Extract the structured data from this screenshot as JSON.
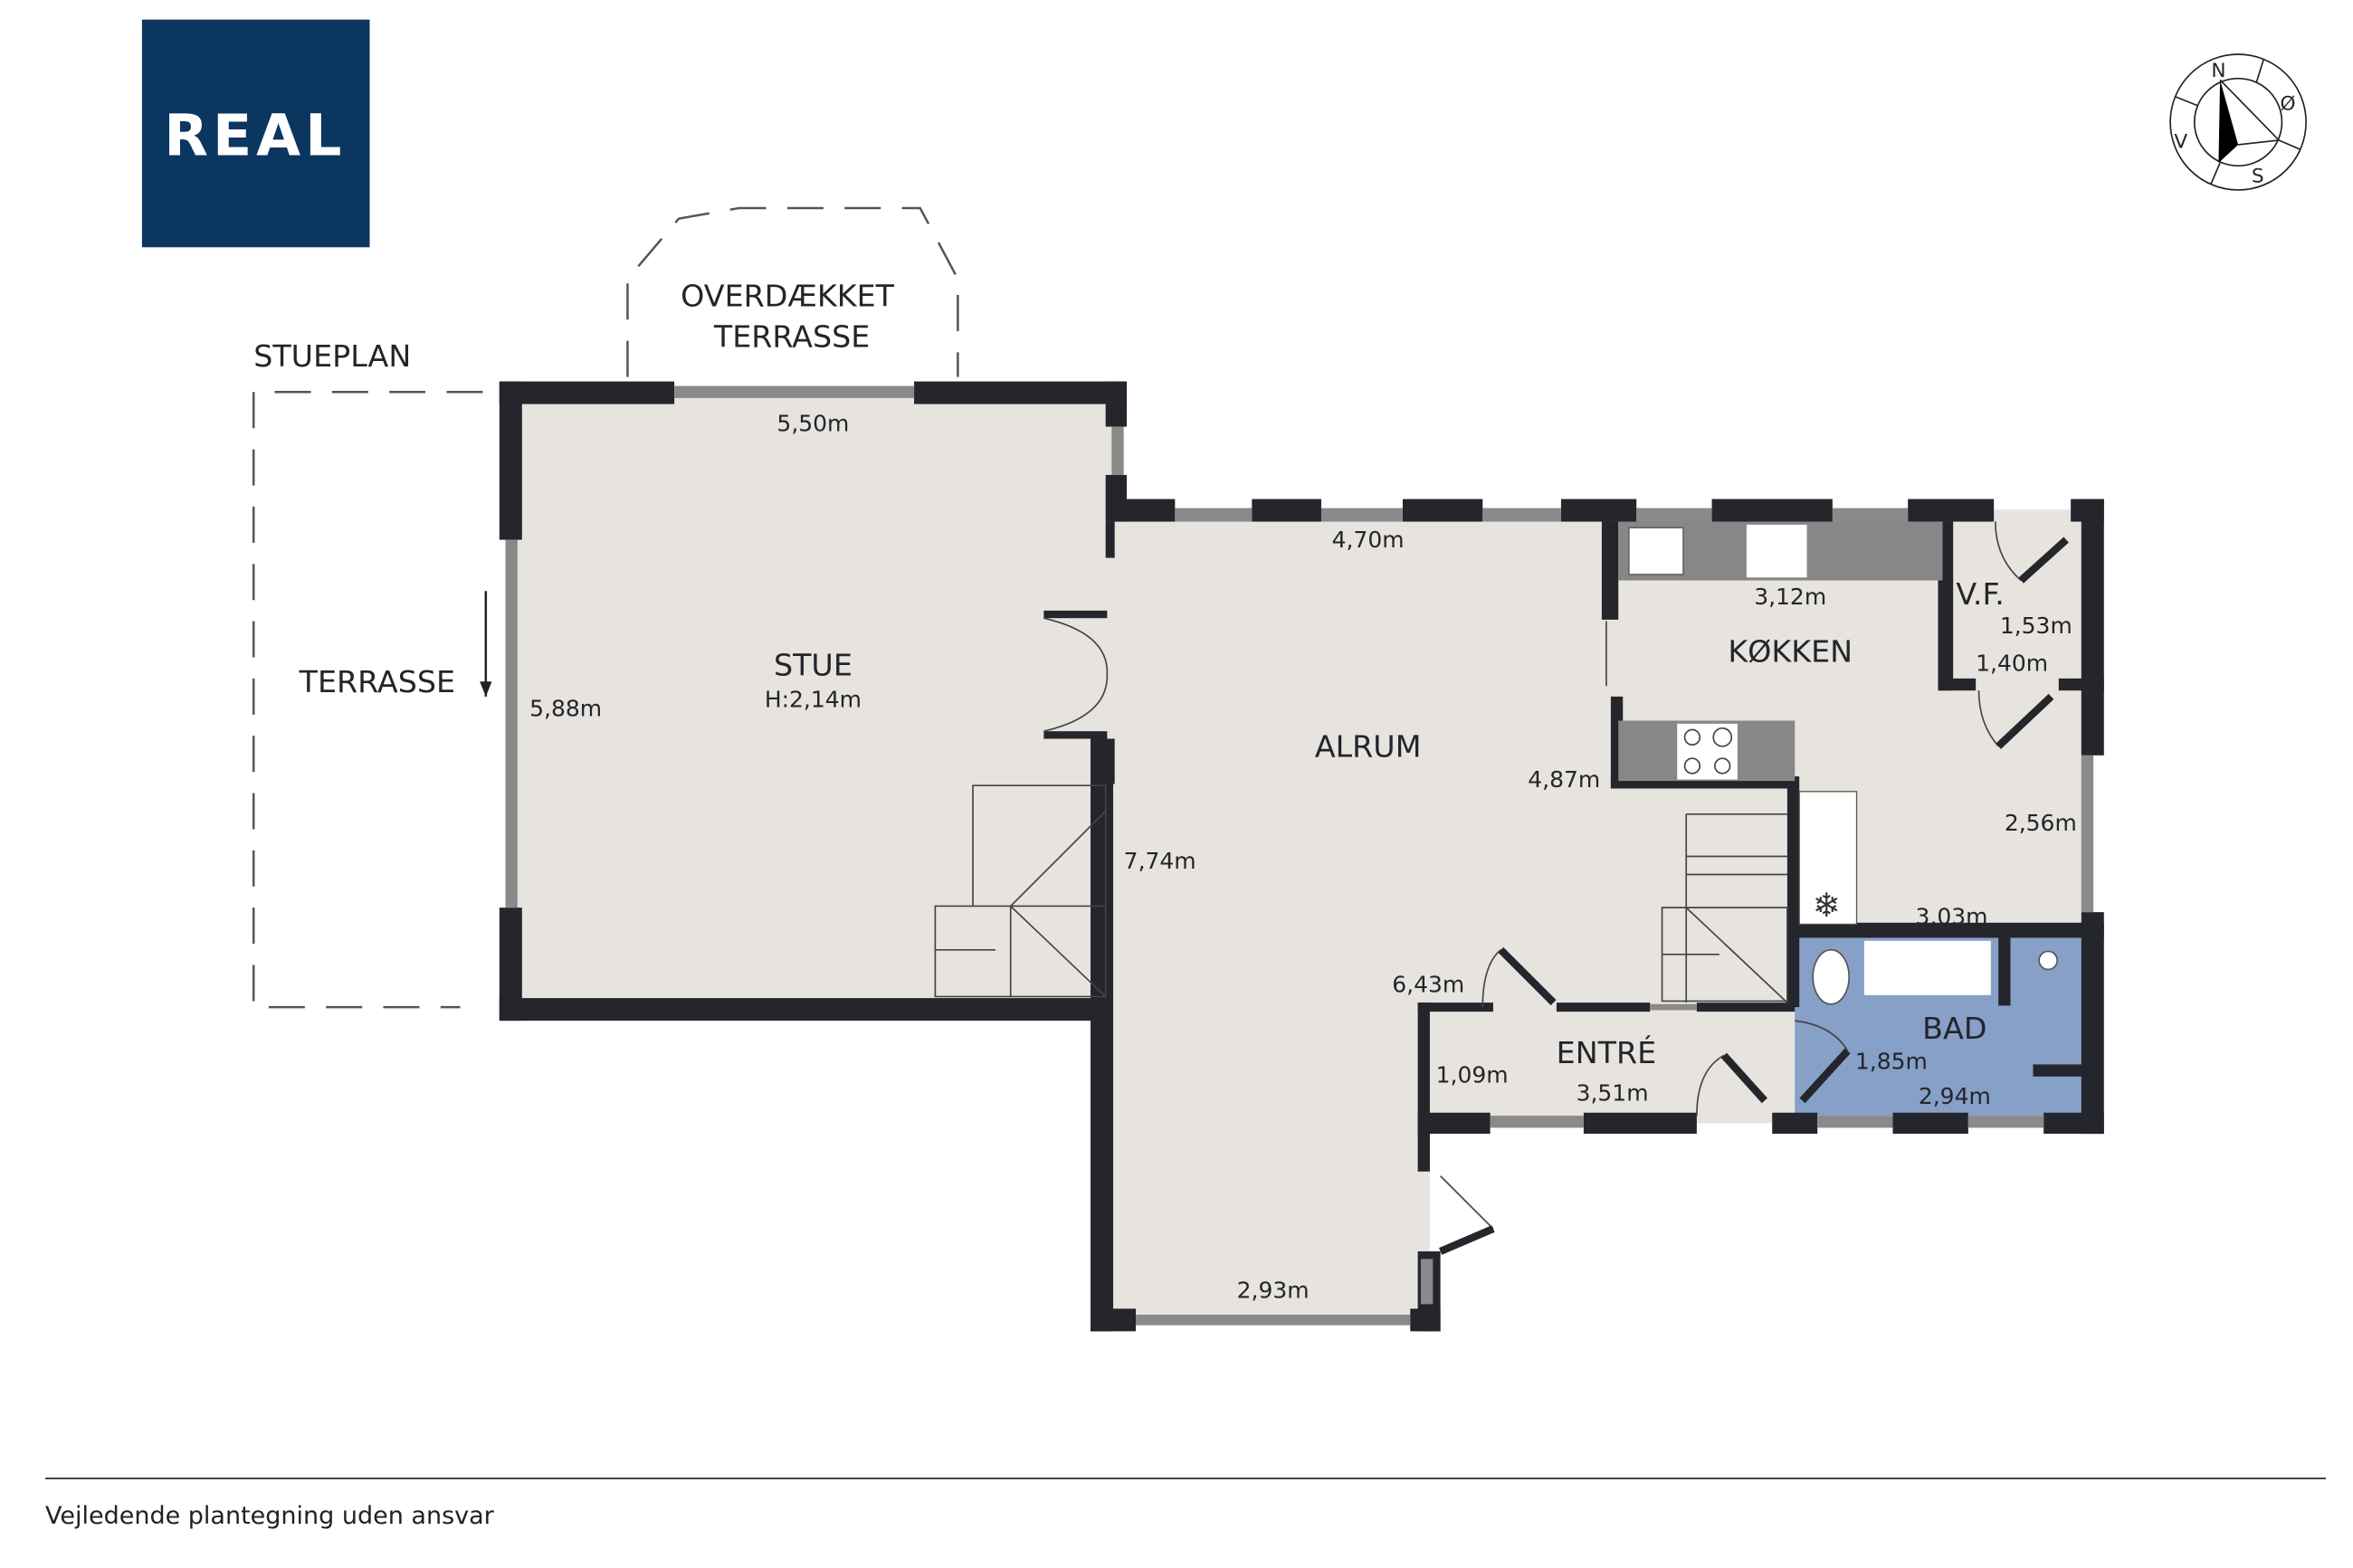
{
  "logo": {
    "text": "REAL",
    "color": "#0b3660"
  },
  "compass": {
    "n": "N",
    "e": "Ø",
    "s": "S",
    "w": "V"
  },
  "floor_label": "STUEPLAN",
  "colors": {
    "floor": "#e7e3de",
    "wall": "#24262c",
    "bath": "#86a0c8",
    "window": "#8a8a8a"
  },
  "rooms": {
    "overdaekket_terrasse": {
      "line1": "OVERDÆKKET",
      "line2": "TERRASSE"
    },
    "terrasse": {
      "name": "TERRASSE"
    },
    "stue": {
      "name": "STUE",
      "height": "H:2,14m",
      "width": "5,50m",
      "depth": "5,88m"
    },
    "alrum": {
      "name": "ALRUM",
      "top": "4,70m",
      "left": "7,74m",
      "bottom": "2,93m",
      "right": "4,87m",
      "lower": "6,43m"
    },
    "koekken": {
      "name": "KØKKEN",
      "width": "3,12m",
      "right": "2,56m",
      "bottom": "3,03m"
    },
    "vf": {
      "name": "V.F.",
      "d1": "1,53m",
      "d2": "1,40m"
    },
    "entre": {
      "name": "ENTRÉ",
      "d1": "1,09m",
      "d2": "3,51m"
    },
    "bad": {
      "name": "BAD",
      "d1": "1,85m",
      "d2": "2,94m"
    }
  },
  "footer": "Vejledende plantegning uden ansvar"
}
